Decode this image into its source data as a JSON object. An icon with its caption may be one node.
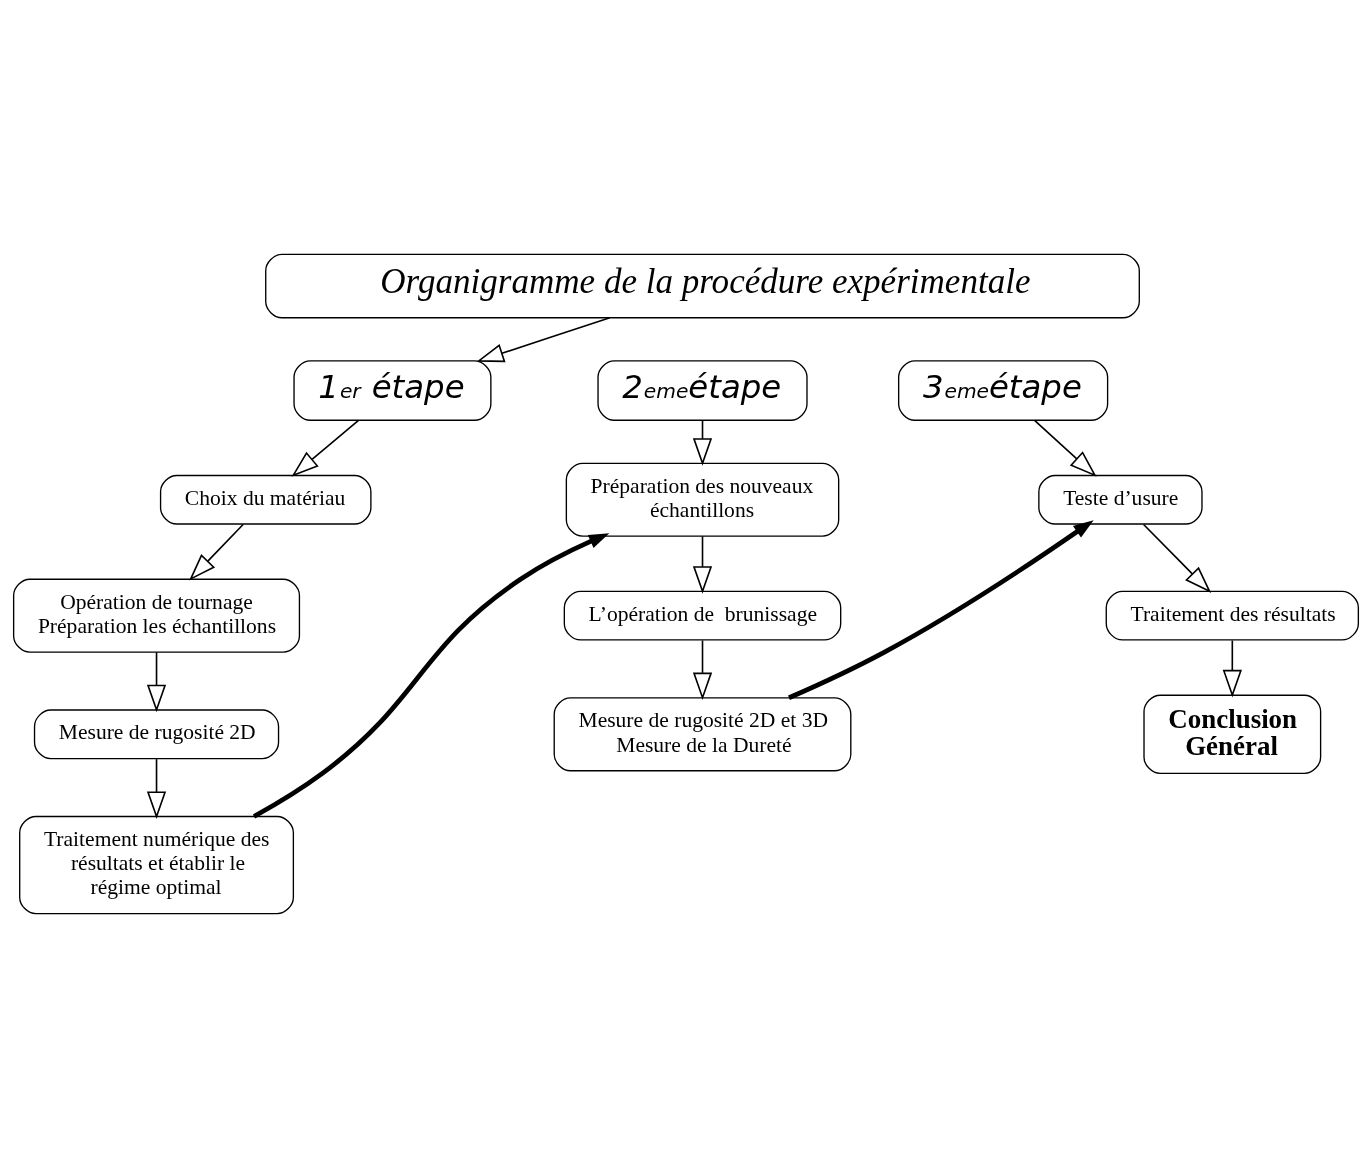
{
  "diagram": {
    "nodes": [
      {
        "text": [
          "Organigramme de la procédure expérimentale"
        ]
      },
      {
        "text": [
          "1$^{er}$ étape"
        ]
      },
      {
        "text": [
          "2$^{eme}$étape"
        ]
      },
      {
        "text": [
          "3$^{eme}$étape"
        ]
      },
      {
        "text": [
          "Choix du matériau"
        ]
      },
      {
        "text": [
          "Opération de tournage Préparation les échantillons"
        ]
      },
      {
        "text": [
          "Mesure de rugosité 2D"
        ]
      },
      {
        "text": [
          "Traitement numérique des résultats et établir le régime optimal"
        ]
      },
      {
        "text": [
          "Préparation des nouveaux échantillons"
        ]
      },
      {
        "text": [
          "L’opération de  brunissage"
        ]
      },
      {
        "text": [
          "Mesure de rugosité 2D et 3D",
          "Mesure de la Dureté"
        ]
      },
      {
        "text": [
          "Teste d’usure"
        ]
      },
      {
        "text": [
          "Traitement des résultats"
        ]
      },
      {
        "text": [
          "Conclusion",
          "Général"
        ]
      }
    ],
    "edges": [
      {
        "from": 0,
        "to": 1,
        "arrow": "to"
      },
      {
        "from": 1,
        "to": 4,
        "arrow": "to"
      },
      {
        "from": 4,
        "to": 5,
        "arrow": "to"
      },
      {
        "from": 5,
        "to": 6,
        "arrow": "to"
      },
      {
        "from": 6,
        "to": 7,
        "arrow": "to"
      },
      {
        "from": 7,
        "to": 8,
        "arrow": "to",
        "style": "thick"
      },
      {
        "from": 2,
        "to": 8,
        "arrow": "to"
      },
      {
        "from": 8,
        "to": 9,
        "arrow": "to"
      },
      {
        "from": 9,
        "to": 10,
        "arrow": "to"
      },
      {
        "from": 10,
        "to": 11,
        "arrow": "to",
        "style": "thick"
      },
      {
        "from": 3,
        "to": 11,
        "arrow": "to"
      },
      {
        "from": 11,
        "to": 12,
        "arrow": "to"
      },
      {
        "from": 12,
        "to": 13,
        "arrow": "to"
      }
    ]
  }
}
